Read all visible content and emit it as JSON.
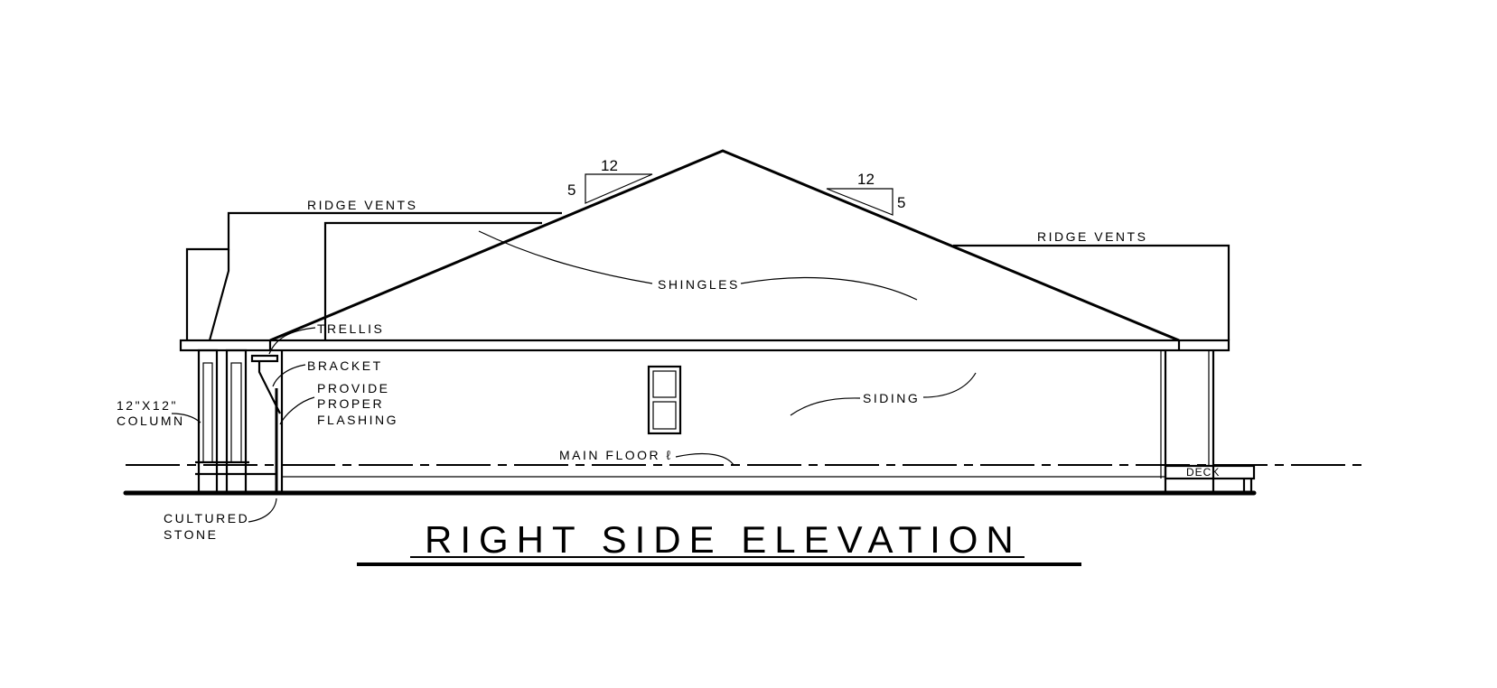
{
  "drawing": {
    "title": "RIGHT SIDE ELEVATION",
    "slopes": [
      {
        "rise": "5",
        "run": "12"
      },
      {
        "rise": "5",
        "run": "12"
      }
    ],
    "labels": {
      "ridge_vents_left": "RIDGE VENTS",
      "ridge_vents_right": "RIDGE VENTS",
      "shingles": "SHINGLES",
      "trellis": "TRELLIS",
      "bracket": "BRACKET",
      "flashing_1": "PROVIDE",
      "flashing_2": "PROPER",
      "flashing_3": "FLASHING",
      "column_1": "12\"X12\"",
      "column_2": "COLUMN",
      "siding": "SIDING",
      "main_floor": "MAIN FLOOR ℓ",
      "deck": "DECK",
      "stone_1": "CULTURED",
      "stone_2": "STONE"
    }
  }
}
